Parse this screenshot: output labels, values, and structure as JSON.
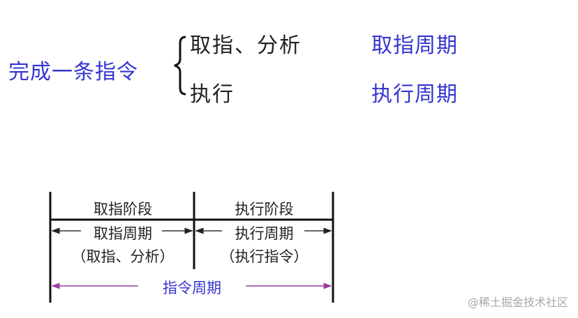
{
  "top": {
    "main_label": "完成一条指令",
    "branches": [
      {
        "label": "取指、分析",
        "cycle": "取指周期"
      },
      {
        "label": "执行",
        "cycle": "执行周期"
      }
    ]
  },
  "timeline": {
    "phases": [
      {
        "name": "取指阶段",
        "cycle": "取指周期",
        "detail": "（取指、分析）"
      },
      {
        "name": "执行阶段",
        "cycle": "执行周期",
        "detail": "（执行指令）"
      }
    ],
    "total_label": "指令周期"
  },
  "colors": {
    "blue_text": "#3535d0",
    "black_text": "#222222",
    "purple_arrow": "#9a3ea0"
  },
  "watermark": "@稀土掘金技术社区"
}
